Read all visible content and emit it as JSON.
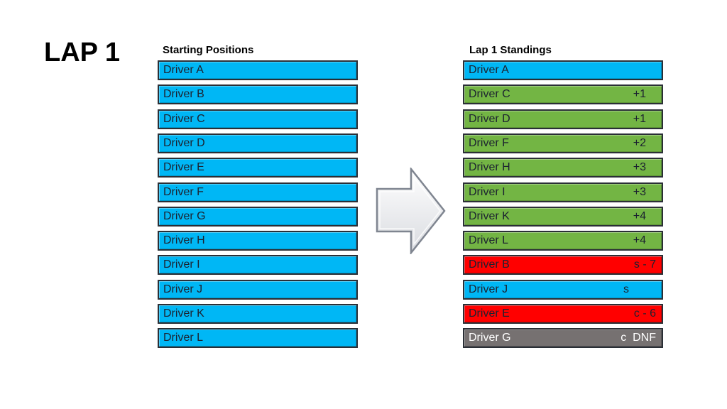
{
  "title": "LAP 1",
  "starting": {
    "heading": "Starting Positions",
    "rows": [
      {
        "name": "Driver A"
      },
      {
        "name": "Driver B"
      },
      {
        "name": "Driver C"
      },
      {
        "name": "Driver D"
      },
      {
        "name": "Driver E"
      },
      {
        "name": "Driver F"
      },
      {
        "name": "Driver G"
      },
      {
        "name": "Driver H"
      },
      {
        "name": "Driver I"
      },
      {
        "name": "Driver J"
      },
      {
        "name": "Driver K"
      },
      {
        "name": "Driver L"
      }
    ]
  },
  "standings": {
    "heading": "Lap 1 Standings",
    "rows": [
      {
        "name": "Driver A",
        "delta": ""
      },
      {
        "name": "Driver C",
        "delta": "+1"
      },
      {
        "name": "Driver D",
        "delta": "+1"
      },
      {
        "name": "Driver F",
        "delta": "+2"
      },
      {
        "name": "Driver H",
        "delta": "+3"
      },
      {
        "name": "Driver I",
        "delta": "+3"
      },
      {
        "name": "Driver K",
        "delta": "+4"
      },
      {
        "name": "Driver L",
        "delta": "+4"
      },
      {
        "name": "Driver B",
        "delta": "s - 7"
      },
      {
        "name": "Driver J",
        "delta": "s"
      },
      {
        "name": "Driver E",
        "delta": "c - 6"
      },
      {
        "name": "Driver G",
        "delta": "c  DNF"
      }
    ]
  },
  "colors": {
    "unchanged": "#00b7f5",
    "gained": "#73b544",
    "lost": "#ff0000",
    "out": "#767171",
    "arrow_fill": "#f2f2f2",
    "arrow_stroke": "#7f8590"
  },
  "row_status": {
    "starting": [
      "unchanged",
      "unchanged",
      "unchanged",
      "unchanged",
      "unchanged",
      "unchanged",
      "unchanged",
      "unchanged",
      "unchanged",
      "unchanged",
      "unchanged",
      "unchanged"
    ],
    "standings": [
      "unchanged",
      "gained",
      "gained",
      "gained",
      "gained",
      "gained",
      "gained",
      "gained",
      "lost",
      "unchanged",
      "lost",
      "out"
    ]
  },
  "arrow_icon": "right-arrow-icon"
}
